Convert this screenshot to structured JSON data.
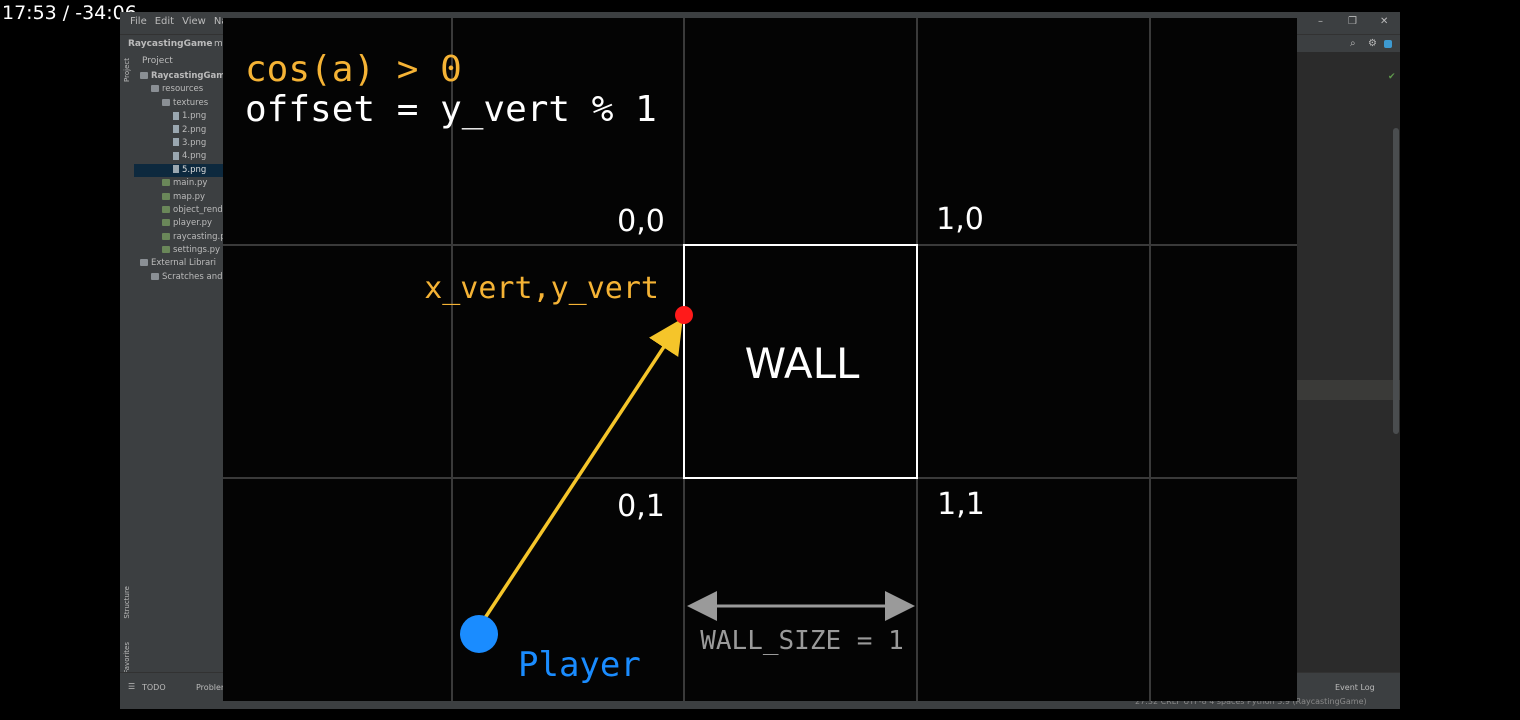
{
  "overlay": {
    "timecode": "17:53 / -34:06"
  },
  "ide": {
    "menu": [
      "File",
      "Edit",
      "View",
      "Na"
    ],
    "window_controls": {
      "minimize": "–",
      "restore": "❐",
      "close": "✕"
    },
    "breadcrumb": "RaycastingGame",
    "breadcrumb_tail": "m",
    "side_tabs": {
      "project": "Project",
      "structure": "Structure",
      "favorites": "Favorites"
    },
    "project_panel": {
      "header": "Project",
      "tree": [
        {
          "label": "RaycastingGam",
          "kind": "folder",
          "depth": 0,
          "bold": true
        },
        {
          "label": "resources",
          "kind": "folder",
          "depth": 1
        },
        {
          "label": "textures",
          "kind": "folder",
          "depth": 2
        },
        {
          "label": "1.png",
          "kind": "png",
          "depth": 3
        },
        {
          "label": "2.png",
          "kind": "png",
          "depth": 3
        },
        {
          "label": "3.png",
          "kind": "png",
          "depth": 3
        },
        {
          "label": "4.png",
          "kind": "png",
          "depth": 3
        },
        {
          "label": "5.png",
          "kind": "png",
          "depth": 3,
          "selected": true
        },
        {
          "label": "main.py",
          "kind": "py",
          "depth": 2
        },
        {
          "label": "map.py",
          "kind": "py",
          "depth": 2
        },
        {
          "label": "object_rende",
          "kind": "py",
          "depth": 2
        },
        {
          "label": "player.py",
          "kind": "py",
          "depth": 2
        },
        {
          "label": "raycasting.py",
          "kind": "py",
          "depth": 2
        },
        {
          "label": "settings.py",
          "kind": "py",
          "depth": 2
        },
        {
          "label": "External Librari",
          "kind": "folder",
          "depth": 0
        },
        {
          "label": "Scratches and C",
          "kind": "folder",
          "depth": 1
        }
      ]
    },
    "bottom_tabs": {
      "todo": "TODO",
      "problems": "Problem",
      "event_log": "Event Log"
    },
    "status": "27:32   CRLF   UTF-8   4 spaces   Python 3.9 (RaycastingGame)"
  },
  "diagram": {
    "formula_line1": "cos(a) > 0",
    "formula_line2": "offset = y_vert % 1",
    "corner_labels": {
      "c00": "0,0",
      "c10": "1,0",
      "c01": "0,1",
      "c11": "1,1"
    },
    "intersection_label": "x_vert,y_vert",
    "wall_label": "WALL",
    "player_label": "Player",
    "wall_size_label": "WALL_SIZE = 1",
    "colors": {
      "formula": "#f5b335",
      "ray": "#f5c52a",
      "hit_point": "#ff1a1a",
      "player": "#1a8cff",
      "grid": "#3a3a3a",
      "wall_border": "#ffffff",
      "measure": "#9a9a9a"
    }
  }
}
